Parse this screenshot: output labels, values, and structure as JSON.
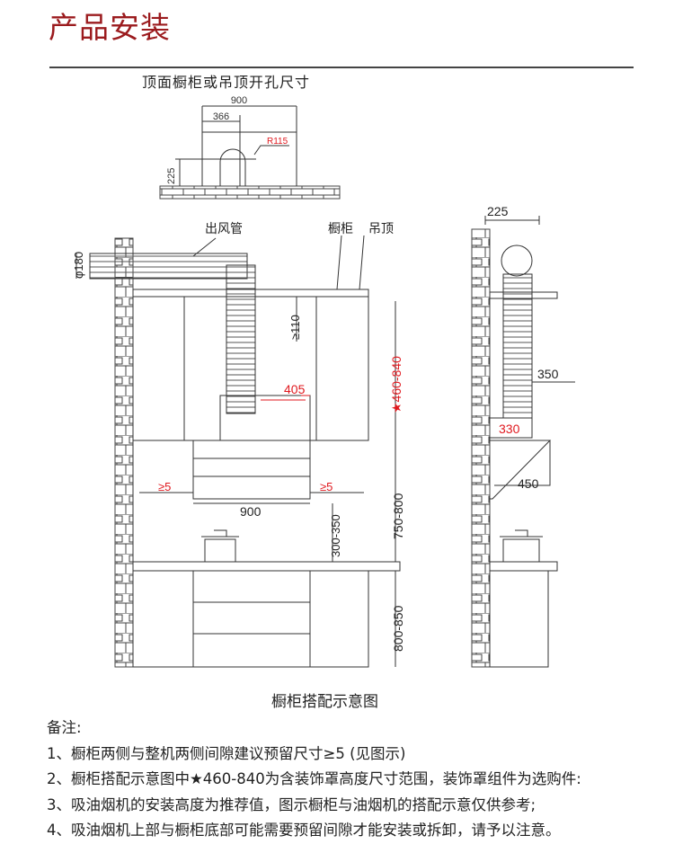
{
  "header": {
    "title": "产品安装",
    "subtitle": "顶面橱柜或吊顶开孔尺寸"
  },
  "top_plan": {
    "width": "900",
    "offset": "366",
    "radius": "R115",
    "height": "225"
  },
  "front_view": {
    "duct_label": "出风管",
    "cabinet_label": "橱柜",
    "ceiling_label": "吊顶",
    "duct_diameter": "φ180",
    "gap_top": "≥110",
    "hood_top_width": "405",
    "cover_height": "★460-840",
    "side_gap_left": "≥5",
    "side_gap_right": "≥5",
    "hood_width": "900",
    "pot_gap": "300-350",
    "install_height": "750-800",
    "counter_height": "800-850"
  },
  "side_view": {
    "top": "225",
    "duct_offset": "350",
    "hood_top_depth": "330",
    "hood_depth": "450"
  },
  "caption": "橱柜搭配示意图",
  "notes": {
    "heading": "备注:",
    "items": [
      "1、橱柜两侧与整机两侧间隙建议预留尺寸≥5 (见图示)",
      "2、橱柜搭配示意图中★460-840为含装饰罩高度尺寸范围，装饰罩组件为选购件:",
      "3、吸油烟机的安装高度为推荐值，图示橱柜与油烟机的搭配示意仅供参考;",
      "4、吸油烟机上部与橱柜底部可能需要预留间隙才能安装或拆卸，请予以注意。"
    ]
  },
  "colors": {
    "title": "#9b1b1e",
    "highlight": "#e0191f",
    "line": "#333333"
  }
}
